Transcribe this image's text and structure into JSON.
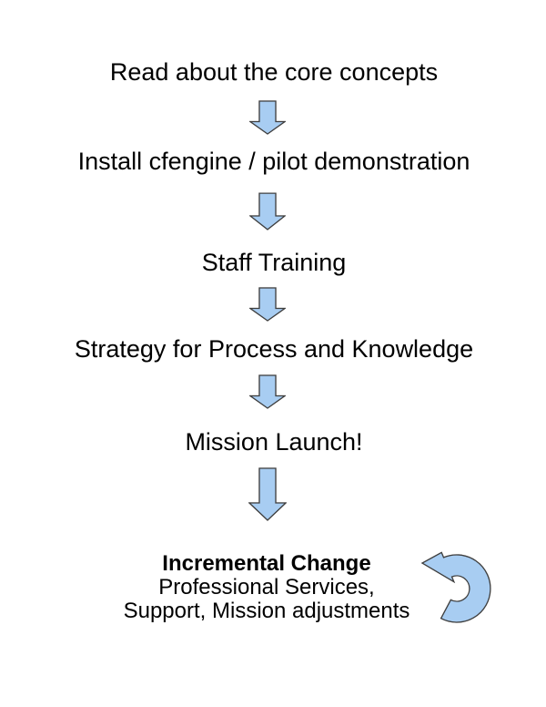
{
  "flow": {
    "steps": [
      {
        "label": "Read about the core concepts"
      },
      {
        "label": "Install cfengine / pilot demonstration"
      },
      {
        "label": "Staff Training"
      },
      {
        "label": "Strategy for Process and Knowledge"
      },
      {
        "label": "Mission Launch!"
      }
    ],
    "final_step": {
      "title": "Incremental Change",
      "subtitle_line1": "Professional Services,",
      "subtitle_line2": "Support, Mission adjustments"
    }
  },
  "colors": {
    "arrow_fill": "#a8cdf2",
    "arrow_outline": "#3f3f3f",
    "text": "#000000",
    "background": "#ffffff"
  },
  "icons": {
    "down_arrow": "down-arrow-icon",
    "loop_arrow": "loop-arrow-icon"
  }
}
